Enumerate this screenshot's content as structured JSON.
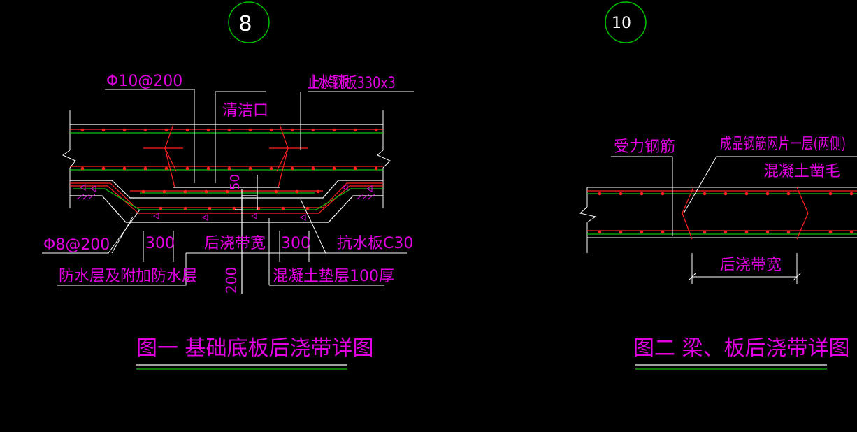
{
  "colors": {
    "background": "#000000",
    "line_white": "#ffffff",
    "line_red": "#ff2020",
    "line_green": "#10c010",
    "text_magenta": "#e000e0",
    "bubble_green": "#00c000"
  },
  "detail1": {
    "bubble": "8",
    "labels": {
      "rebar_top": "Φ10@200",
      "waterstop": "止水钢板330x3",
      "waterstop_overlap": "止水钢板",
      "cleanout": "清洁口",
      "dim_small": "50",
      "rebar_bottom": "Φ8@200",
      "dim_left": "300",
      "band_width": "后浇带宽",
      "dim_right": "300",
      "anti_water_board": "抗水板C30",
      "waterproof_layer": "防水层及附加防水层",
      "concrete_cushion": "混凝土垫层100厚",
      "dim_depth": "200"
    },
    "caption": "图一 基础底板后浇带详图"
  },
  "detail2": {
    "bubble": "10",
    "labels": {
      "main_rebar": "受力钢筋",
      "mesh": "成品钢筋网片一层(两侧)",
      "roughen": "混凝土凿毛",
      "band_width": "后浇带宽"
    },
    "caption": "图二 梁、板后浇带详图"
  }
}
